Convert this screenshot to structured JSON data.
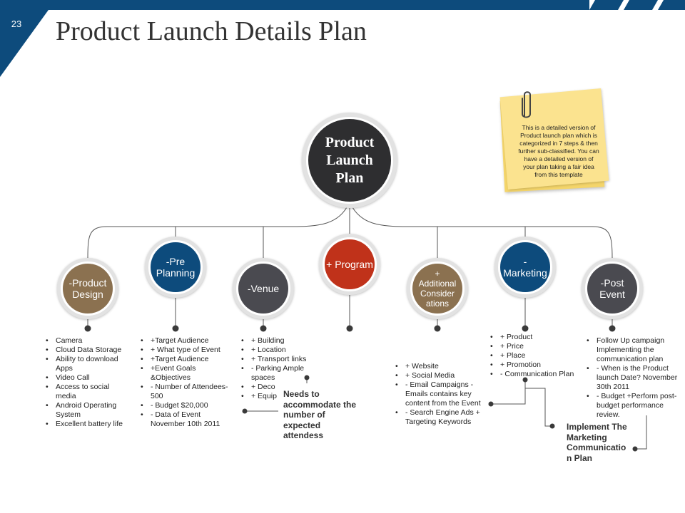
{
  "slide": {
    "number": "23",
    "title": "Product Launch Details Plan"
  },
  "colors": {
    "band": "#0d4b7c",
    "center": "#2e2e30",
    "brown": "#8b7150",
    "blue": "#0d4b7c",
    "gray": "#4a4a50",
    "red": "#c0321a",
    "note": "#fbe38f",
    "line": "#555555"
  },
  "center_node": {
    "label": "Product\nLaunch\nPlan"
  },
  "nodes": [
    {
      "label": "-Product\nDesign",
      "color": "brown",
      "items": [
        "Camera",
        "Cloud Data Storage",
        "Ability to download Apps",
        "Video Call",
        "Access to social media",
        "Android Operating System",
        "Excellent battery life"
      ]
    },
    {
      "label": "-Pre\nPlanning",
      "color": "blue",
      "items": [
        "+Target Audience",
        "+ What type of Event",
        "+Target Audience",
        "+Event Goals &Objectives",
        "- Number of Attendees-500",
        "- Budget $20,000",
        "- Data of Event November 10th 2011"
      ]
    },
    {
      "label": "-Venue",
      "color": "gray",
      "items": [
        "+ Building",
        "+ Location",
        "+ Transport links",
        "- Parking Ample spaces",
        "+ Deco",
        "+ Equip"
      ]
    },
    {
      "label": "+ Program",
      "color": "red",
      "items": []
    },
    {
      "label": "+\nAdditional\nConsider\nations",
      "color": "brown",
      "items": [
        "+ Website",
        "+ Social Media",
        "- Email Campaigns - Emails contains key content from the Event",
        "- Search Engine Ads + Targeting Keywords"
      ]
    },
    {
      "label": "-\nMarketing",
      "color": "blue",
      "items": [
        "+ Product",
        "+ Price",
        "+ Place",
        "+ Promotion",
        "- Communication Plan"
      ]
    },
    {
      "label": "-Post\nEvent",
      "color": "gray",
      "items": [
        "Follow Up campaign Implementing the communication plan",
        "- When is the Product launch Date?   November 30th 2011",
        "- Budget   +Perform post-budget performance review."
      ]
    }
  ],
  "callouts": {
    "venue": "Needs to\naccommodate the\nnumber of\nexpected\nattendess",
    "marketing": "Implement The\nMarketing\nCommunicatio\nn Plan"
  },
  "sticky_note": {
    "text": "This is a detailed version of Product launch plan which is categorized in 7 steps & then further sub-classified. You can have a detailed version of your plan taking a fair idea from this template"
  }
}
